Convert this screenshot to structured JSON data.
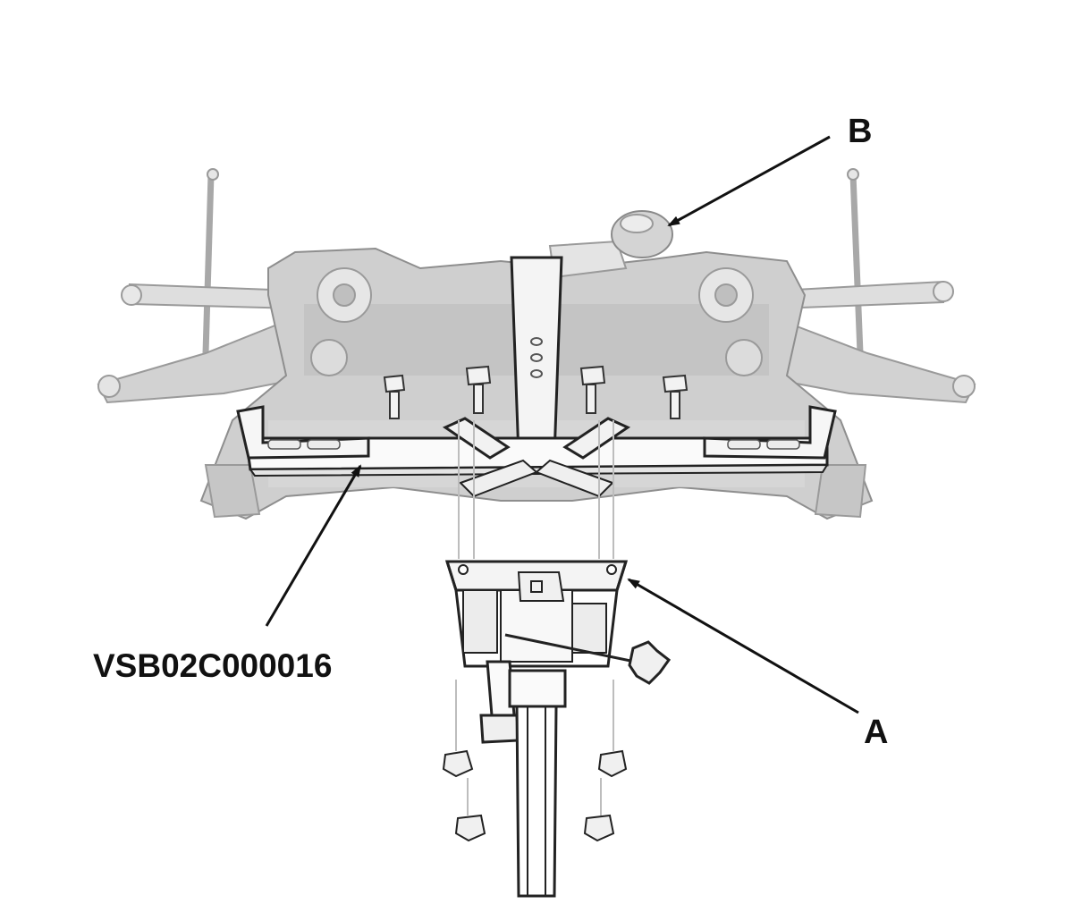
{
  "callouts": {
    "part_b": "B",
    "part_a": "A",
    "tool": "VSB02C000016"
  },
  "colors": {
    "ink": "#111111",
    "assembly_fill": "#dcdcdc",
    "assembly_dark": "#8a8a8a",
    "tool_fill": "#f4f4f4"
  }
}
